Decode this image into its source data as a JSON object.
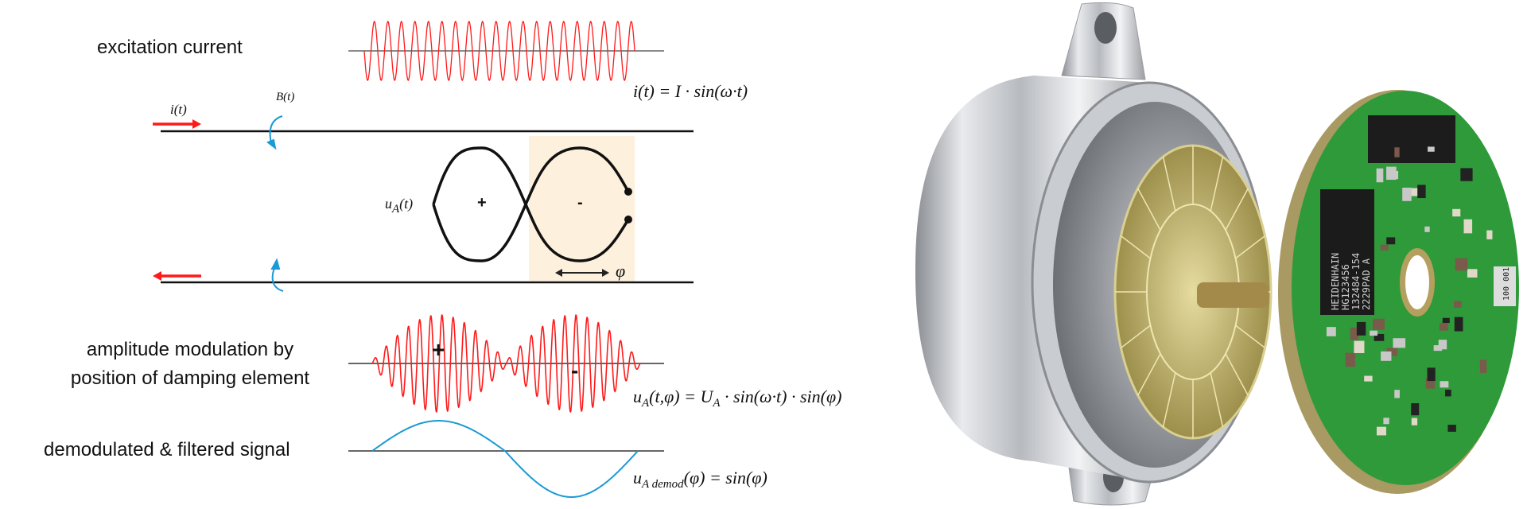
{
  "labels": {
    "excitation": "excitation current",
    "am_line1": "amplitude modulation by",
    "am_line2": "position of damping element",
    "demod": "demodulated & filtered signal"
  },
  "formulas": {
    "excitation": "i(t) = I · sin(ω·t)",
    "wire_current": "i(t)",
    "field": "B(t)",
    "ua_base": "u",
    "ua_sub": "A",
    "ua_arg": "(t)",
    "am_lhs_base": "u",
    "am_lhs_sub": "A",
    "am_lhs_arg": "(t,φ) = U",
    "am_rhs_sub": "A",
    "am_rhs": " · sin(ω·t) · sin(φ)",
    "demod_base": "u",
    "demod_sub": "A demod",
    "demod_rhs": "(φ) = sin(φ)",
    "phi": "φ"
  },
  "signs": {
    "plus": "+",
    "minus": "-"
  },
  "photo_text": {
    "chip": [
      "HEIDENHAIN",
      "HG123456",
      "132484-154",
      "2229PAD A"
    ],
    "component": "100 001"
  },
  "colors": {
    "signal": "#ff1a1a",
    "field": "#1a9ad6",
    "highlight": "#fdf0dc",
    "pcb": "#2f9a3a",
    "gold": "#b9a95a"
  },
  "signal_params": {
    "excitation_cycles": 20,
    "am_carrier_cycles": 24
  }
}
